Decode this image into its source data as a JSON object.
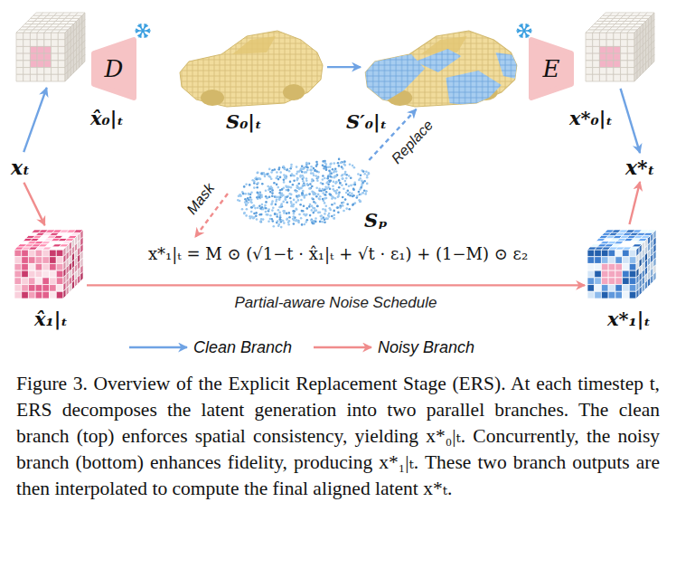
{
  "diagram": {
    "caption": "Figure 3. Overview of the Explicit Replacement Stage (ERS). At each timestep t, ERS decomposes the latent generation into two parallel branches. The clean branch (top) enforces spatial consistency, yielding x*₀|ₜ. Concurrently, the noisy branch (bottom) enhances fidelity, producing x*₁|ₜ. These two branch outputs are then interpolated to compute the final aligned latent x*ₜ.",
    "nodes": [
      {
        "text": [
          "x̂₀|ₜ"
        ]
      },
      {
        "text": [
          "D"
        ]
      },
      {
        "text": [
          "S₀|ₜ"
        ]
      },
      {
        "text": [
          "S′₀|ₜ"
        ]
      },
      {
        "text": [
          "E"
        ]
      },
      {
        "text": [
          "x*₀|ₜ"
        ]
      },
      {
        "text": [
          "xₜ"
        ]
      },
      {
        "text": [
          "Sₚ"
        ]
      },
      {
        "text": [
          "x*ₜ"
        ]
      },
      {
        "text": [
          "x̂₁|ₜ"
        ]
      },
      {
        "text": [
          "x*₁|ₜ"
        ]
      }
    ],
    "edges": [
      {
        "from": 6,
        "to": 0,
        "arrow": "to"
      },
      {
        "from": 6,
        "to": 9,
        "arrow": "to"
      },
      {
        "from": 2,
        "to": 3,
        "arrow": "to"
      },
      {
        "from": 7,
        "to": 3,
        "label": "Replace",
        "arrow": "to"
      },
      {
        "from": 5,
        "to": 8,
        "arrow": "to"
      },
      {
        "from": 10,
        "to": 8,
        "arrow": "to"
      },
      {
        "from": 9,
        "to": 10,
        "label": "Partial-aware Noise Schedule",
        "arrow": "to"
      }
    ],
    "labels": [
      "Mask",
      "x*₁|ₜ = M ⊙ (√1−t · x̂₁|ₜ + √t · ε₁) + (1−M) ⊙ ε₂"
    ],
    "legend": [
      {
        "text": "Clean Branch"
      },
      {
        "text": "Noisy Branch"
      }
    ]
  }
}
